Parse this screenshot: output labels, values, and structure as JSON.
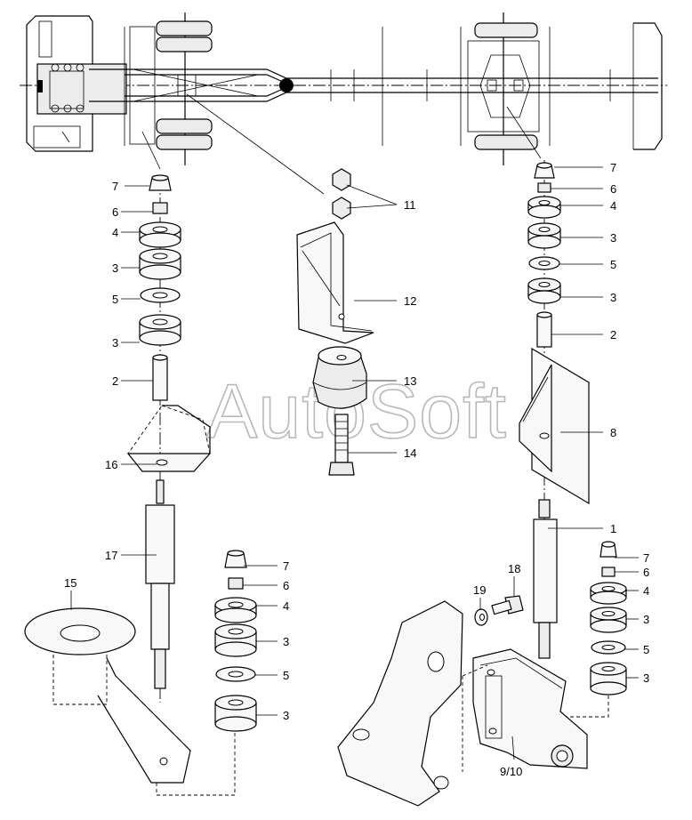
{
  "watermark": "AutoSoft",
  "callouts": {
    "c7_left": "7",
    "c6_left": "6",
    "c4_left": "4",
    "c3_left_a": "3",
    "c5_left": "5",
    "c3_left_b": "3",
    "c2_left": "2",
    "c16": "16",
    "c17": "17",
    "c15": "15",
    "c11": "11",
    "c12": "12",
    "c13": "13",
    "c14": "14",
    "c7_right": "7",
    "c6_right": "6",
    "c4_right": "4",
    "c3_right_a": "3",
    "c5_right": "5",
    "c3_right_b": "3",
    "c2_right": "2",
    "c8": "8",
    "c1": "1",
    "c7_bm": "7",
    "c6_bm": "6",
    "c4_bm": "4",
    "c3_bm_a": "3",
    "c5_bm": "5",
    "c3_bm_b": "3",
    "c18": "18",
    "c19": "19",
    "c7_br": "7",
    "c6_br": "6",
    "c4_br": "4",
    "c3_br_a": "3",
    "c5_br": "5",
    "c3_br_b": "3",
    "c910": "9/10"
  }
}
